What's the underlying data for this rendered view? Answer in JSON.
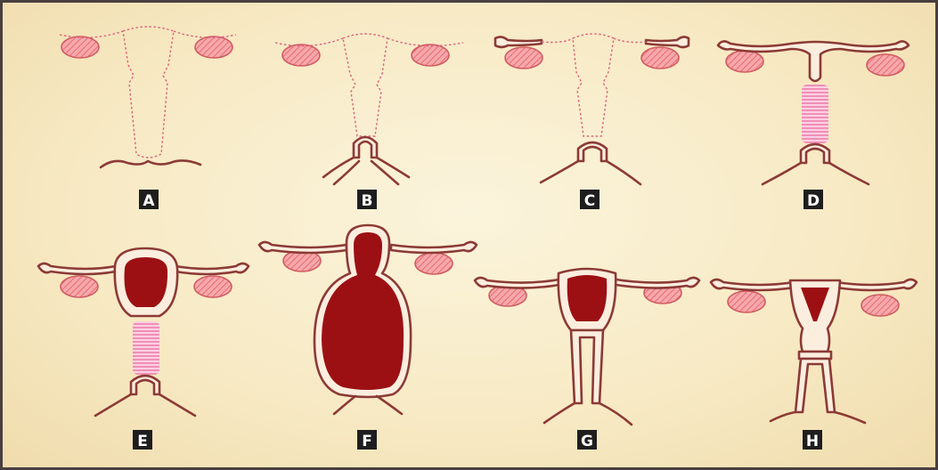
{
  "figure": {
    "panels": [
      {
        "id": "A",
        "label": "A"
      },
      {
        "id": "B",
        "label": "B"
      },
      {
        "id": "C",
        "label": "C"
      },
      {
        "id": "D",
        "label": "D"
      },
      {
        "id": "E",
        "label": "E"
      },
      {
        "id": "F",
        "label": "F"
      },
      {
        "id": "G",
        "label": "G"
      },
      {
        "id": "H",
        "label": "H"
      }
    ]
  },
  "colors": {
    "background": "#f7e9c3",
    "border": "#4a3f3f",
    "dashed_outline": "#d9637c",
    "ovary": "#f08a8f",
    "wall": "#8c3a36",
    "blood": "#9c1014",
    "septum": "#f3a3c3",
    "label_box": "#1e1e1e",
    "label_text": "#ffffff"
  }
}
